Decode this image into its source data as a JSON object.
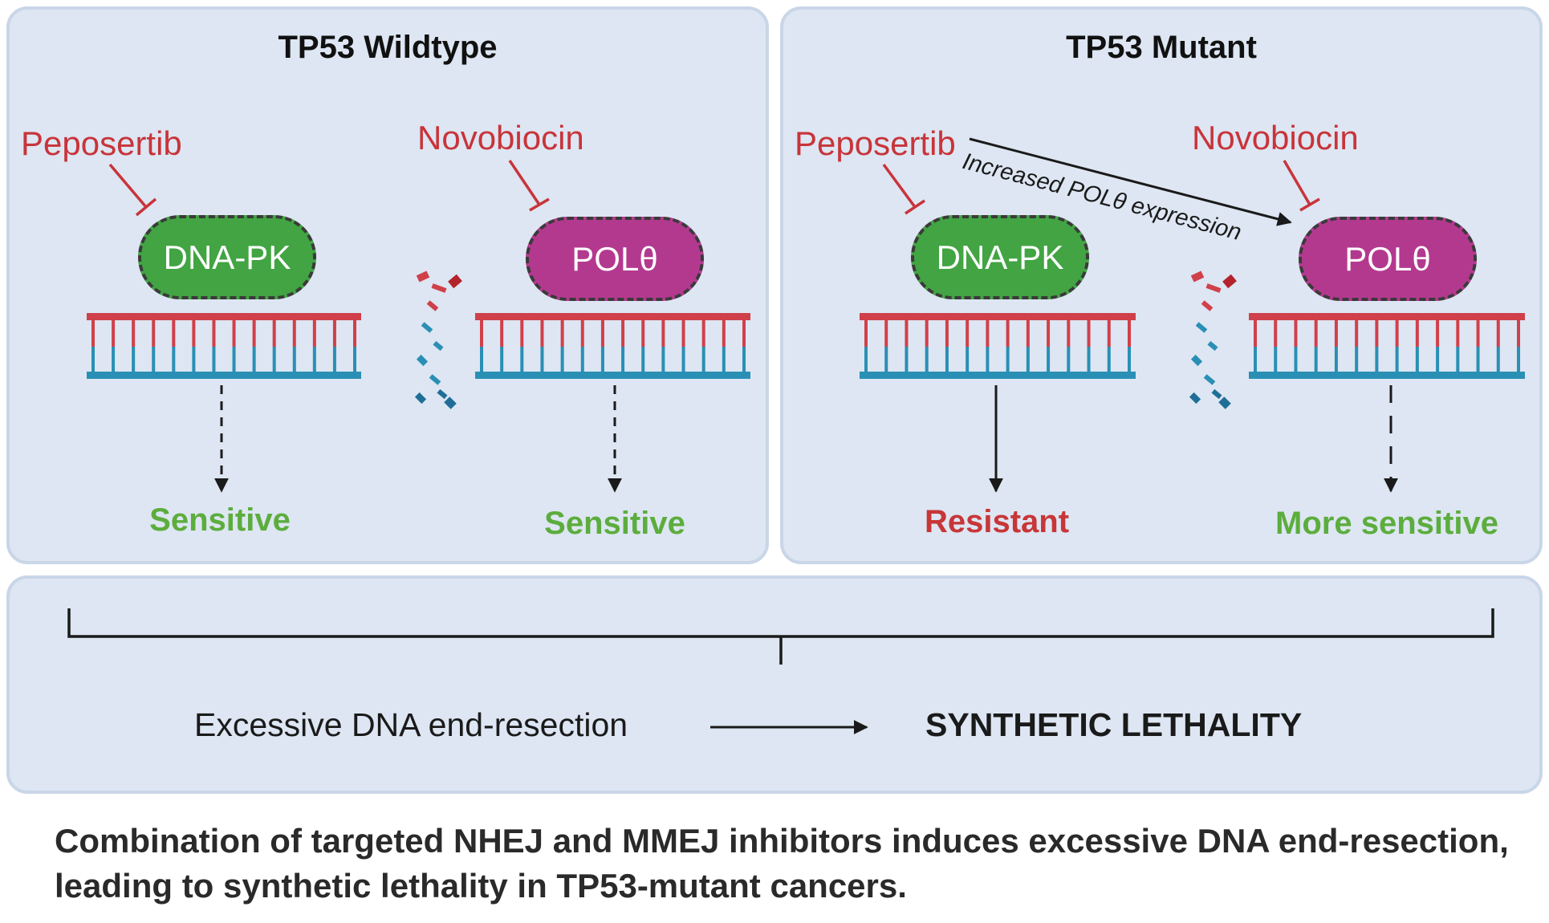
{
  "panels": {
    "wildtype": {
      "title": "TP53 Wildtype",
      "drug_left": "Peposertib",
      "drug_right": "Novobiocin",
      "protein_left": "DNA-PK",
      "protein_right": "POLθ",
      "outcome_left": "Sensitive",
      "outcome_right": "Sensitive"
    },
    "mutant": {
      "title": "TP53 Mutant",
      "drug_left": "Peposertib",
      "drug_right": "Novobiocin",
      "protein_left": "DNA-PK",
      "protein_right": "POLθ",
      "arrow_label": "Increased POLθ expression",
      "outcome_left": "Resistant",
      "outcome_right": "More sensitive"
    }
  },
  "bottom": {
    "left_text": "Excessive DNA end-resection",
    "right_text": "SYNTHETIC LETHALITY"
  },
  "caption": "Combination of targeted NHEJ and MMEJ inhibitors induces excessive DNA end-resection, leading to synthetic lethality in TP53-mutant cancers.",
  "colors": {
    "panel_bg": "#dde6f2",
    "inhibitor_red": "#c8343a",
    "dnapk_green": "#42a443",
    "polt_magenta": "#b3398f",
    "sensitive_green": "#5cad3d",
    "resistant_red": "#c83638",
    "dna_red": "#d0404a",
    "dna_blue": "#2a8fb5"
  }
}
